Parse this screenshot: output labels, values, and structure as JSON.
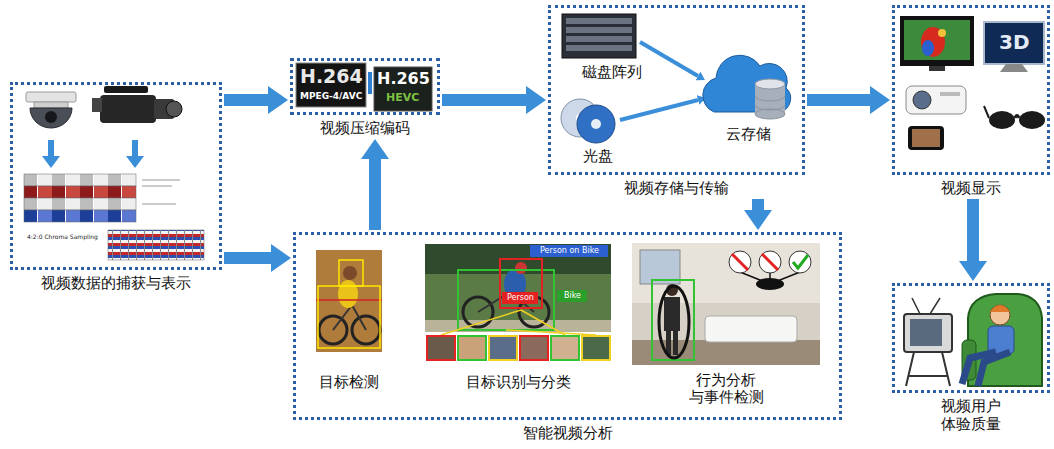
{
  "diagram": {
    "nodes": [
      {
        "text": [
          "视频数据的捕获与表示"
        ]
      },
      {
        "text": [
          "视频压缩编码"
        ]
      },
      {
        "text": [
          "视频存储与传输"
        ]
      },
      {
        "text": [
          "视频显示"
        ]
      },
      {
        "text": [
          "视频用户 体验质量"
        ]
      },
      {
        "text": [
          "智能视频分析"
        ]
      }
    ],
    "edges": [
      {
        "from": 0,
        "to": 1,
        "arrow": "to"
      },
      {
        "from": 1,
        "to": 2,
        "arrow": "to"
      },
      {
        "from": 2,
        "to": 3,
        "arrow": "to"
      },
      {
        "from": 3,
        "to": 4,
        "arrow": "to"
      },
      {
        "from": 0,
        "to": 5,
        "arrow": "to"
      },
      {
        "from": 5,
        "to": 1,
        "arrow": "to"
      },
      {
        "from": 2,
        "to": 5,
        "arrow": "to"
      }
    ],
    "labels": [
      "H.264",
      "MPEG-4/AVC",
      "H.265",
      "HEVC",
      "磁盘阵列",
      "光盘",
      "云存储",
      "目标检测",
      "目标识别与分类",
      "行为分析 与事件检测",
      "Person on Bike",
      "Person",
      "Bike",
      "4:2:0 Chroma Sampling",
      "3D"
    ]
  }
}
